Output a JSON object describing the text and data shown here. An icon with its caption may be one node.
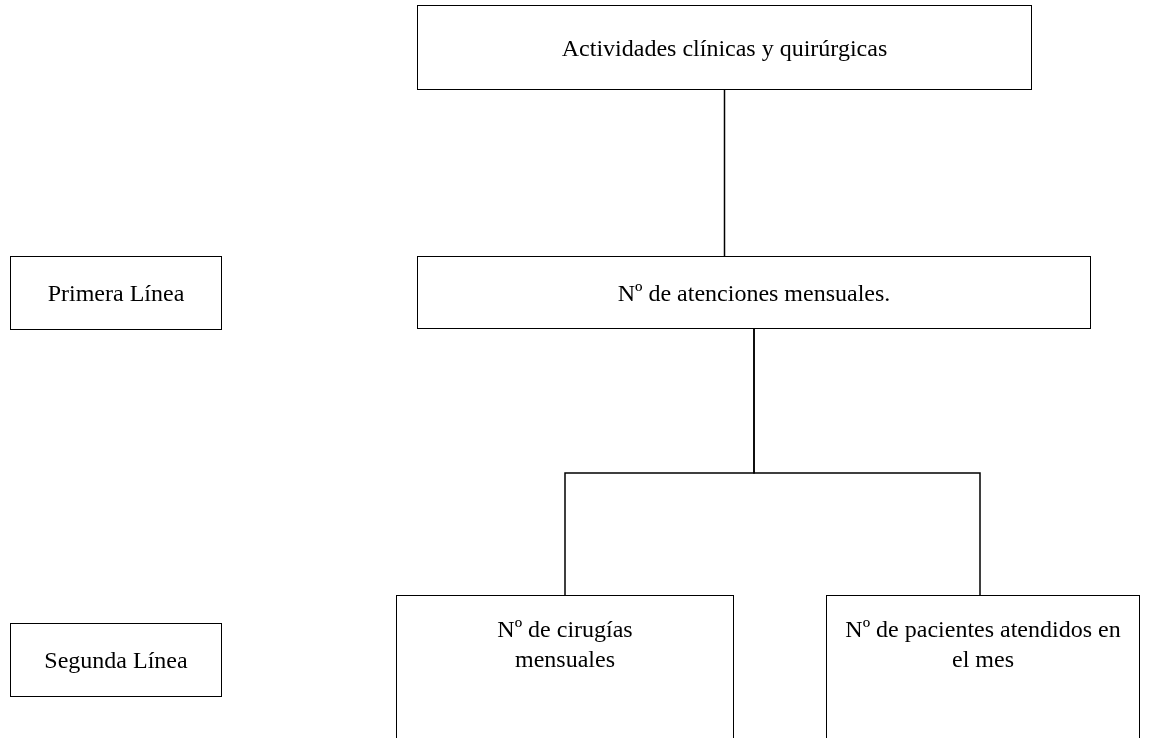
{
  "diagram": {
    "nodes": [
      {
        "text": [
          "Actividades clínicas y quirúrgicas"
        ]
      },
      {
        "text": [
          "Primera Línea"
        ]
      },
      {
        "text": [
          "Nº de atenciones mensuales."
        ]
      },
      {
        "text": [
          "Segunda Línea"
        ]
      },
      {
        "text": [
          "Nº de cirugías mensuales"
        ]
      },
      {
        "text": [
          "Nº de pacientes atendidos en el mes"
        ]
      }
    ],
    "edges": [
      {
        "from": 0,
        "to": 2,
        "arrow": "none"
      },
      {
        "from": 2,
        "to": 4,
        "arrow": "none"
      },
      {
        "from": 2,
        "to": 5,
        "arrow": "none"
      }
    ]
  }
}
